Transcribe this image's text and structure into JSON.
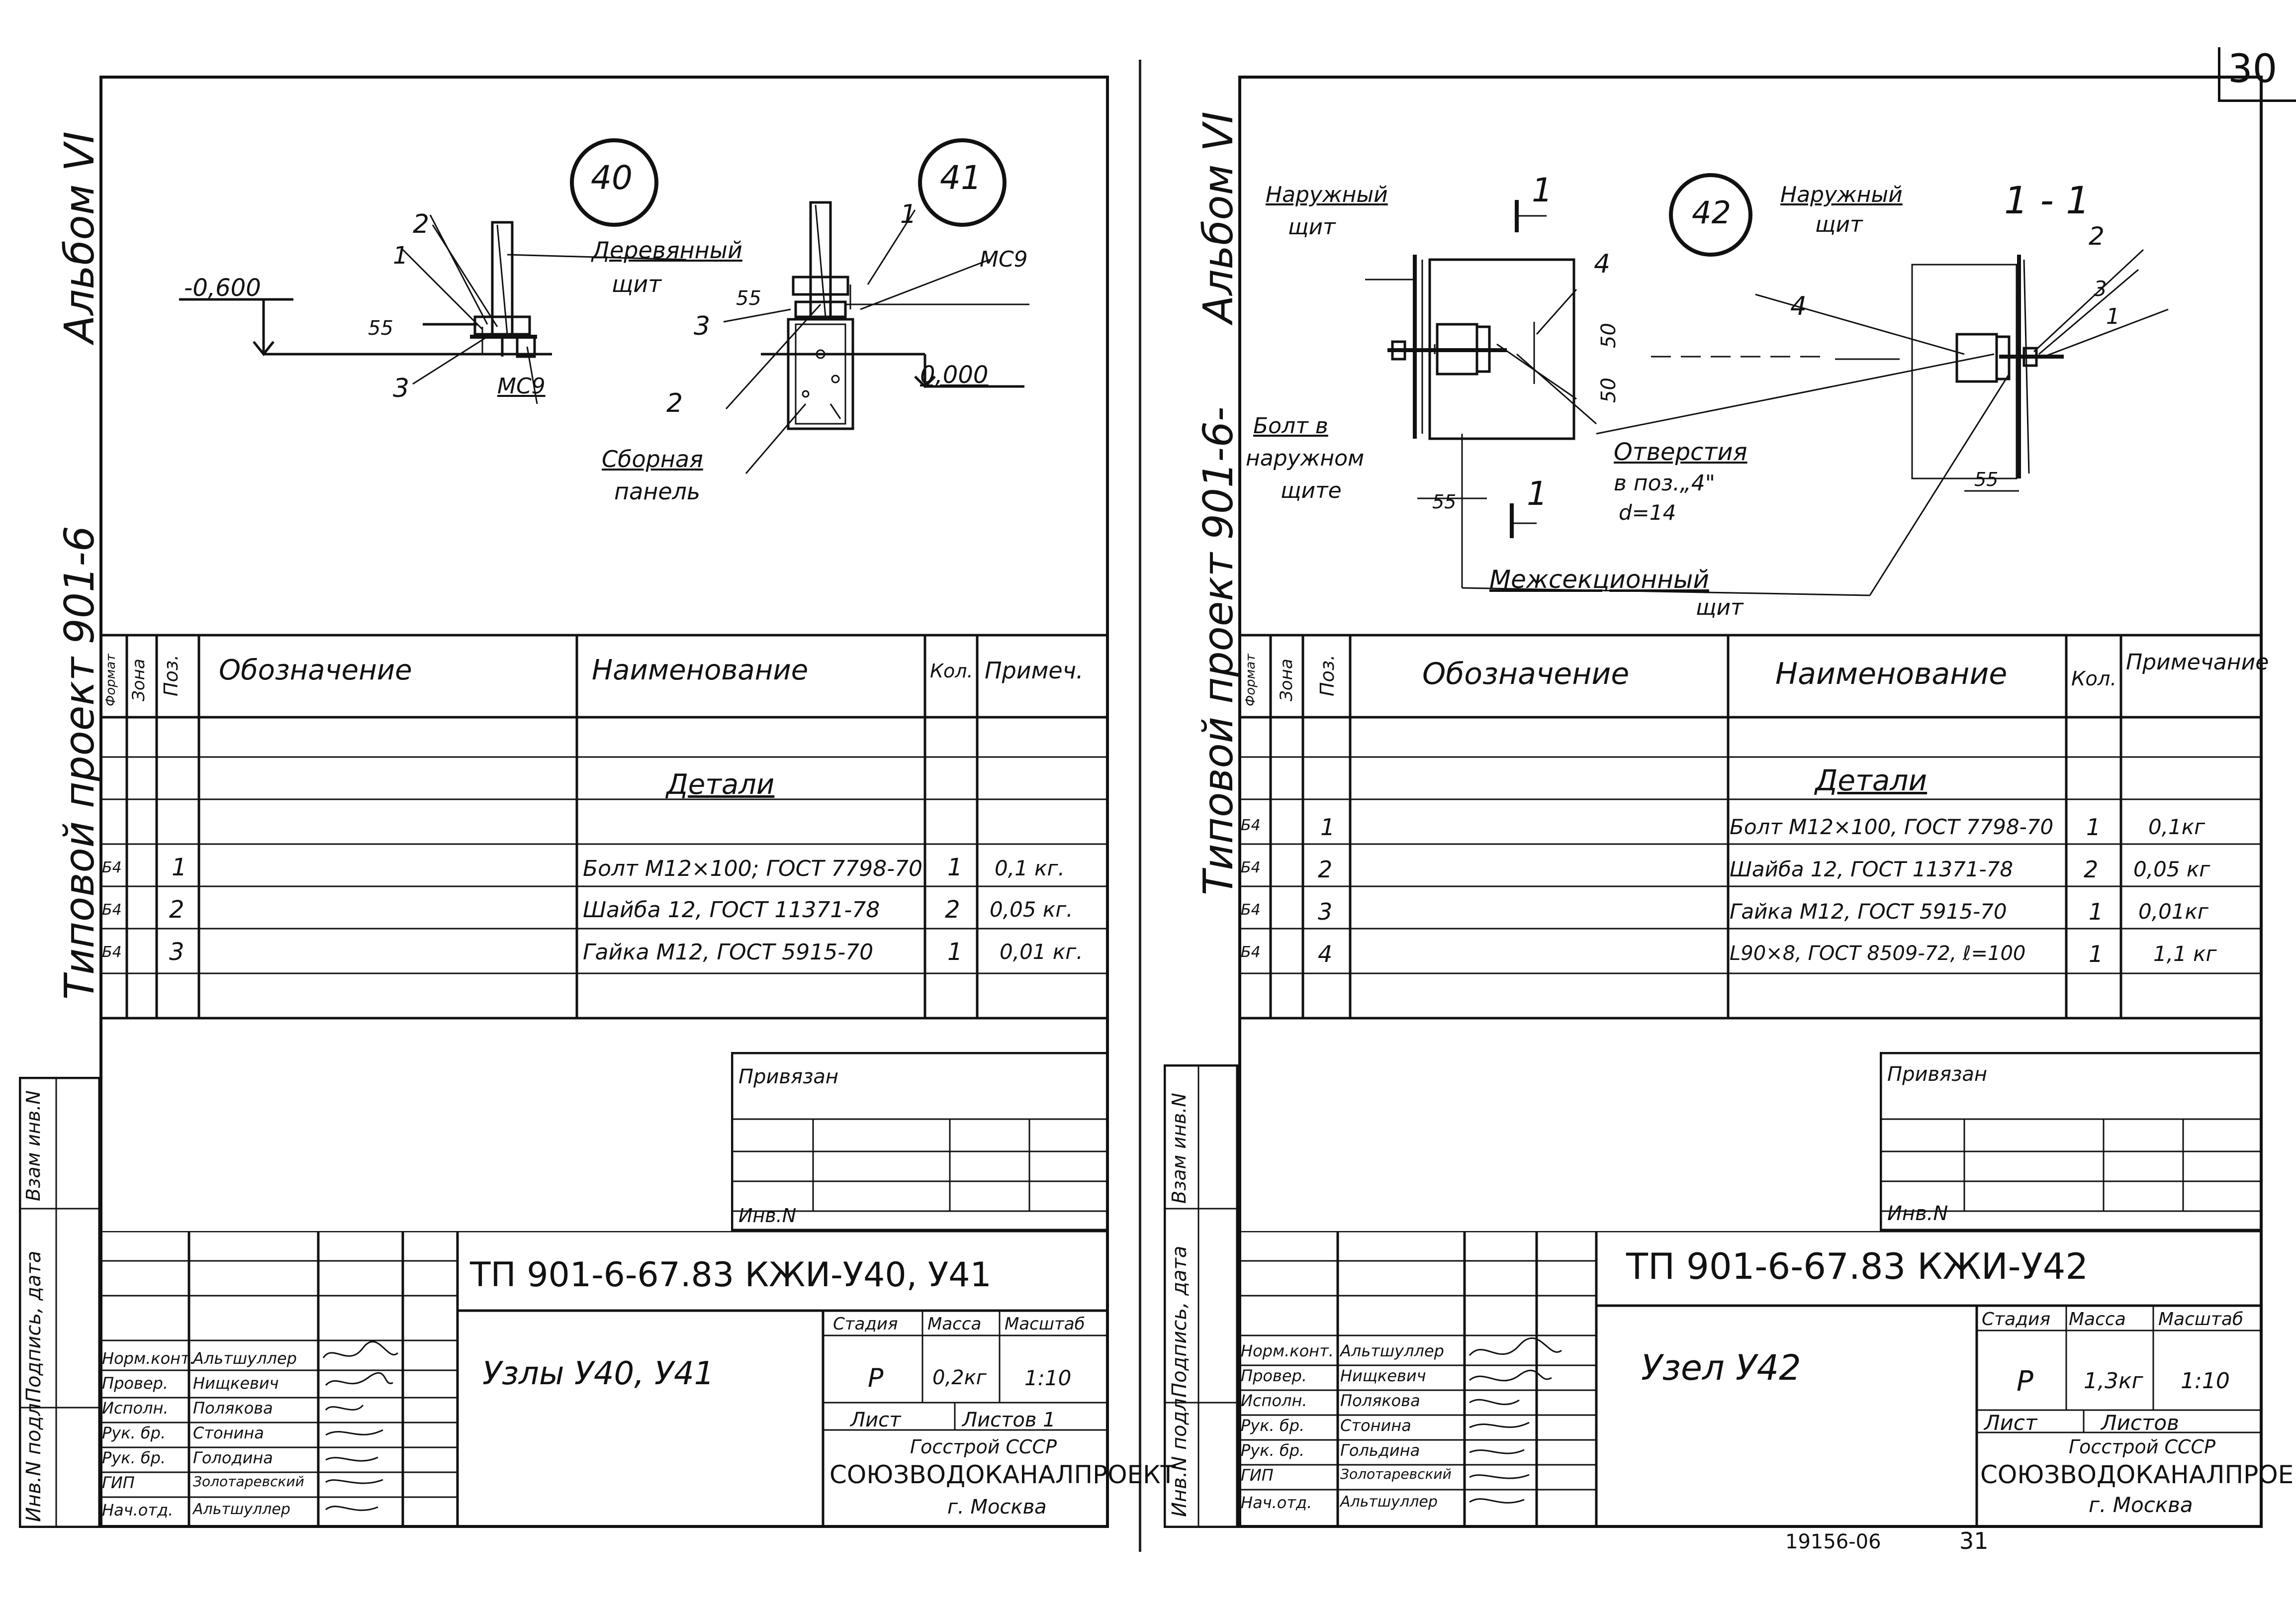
{
  "page_number_top": "30",
  "bottom_stamp": {
    "archive": "19156-06",
    "page": "31"
  },
  "left": {
    "side_album": "Альбом VI",
    "side_project": "Типовой проект 901-6",
    "node_a": "40",
    "node_b": "41",
    "labels": {
      "level": "-0,600",
      "dim55a": "55",
      "dim55b": "55",
      "p1a": "1",
      "p2a": "2",
      "p3a": "3",
      "p1b": "1",
      "p2b": "2",
      "p3b": "3",
      "mc9a": "МС9",
      "mc9b": "МС9",
      "wood_shield_1": "Деревянный",
      "wood_shield_2": "щит",
      "level0": "0,000",
      "panel_1": "Сборная",
      "panel_2": "панель"
    },
    "table": {
      "h_format": "Формат",
      "h_zone": "Зона",
      "h_pos": "Поз.",
      "h_designation": "Обозначение",
      "h_name": "Наименование",
      "h_qty": "Кол.",
      "h_note": "Примеч.",
      "section": "Детали",
      "rows": [
        {
          "format": "Б4",
          "pos": "1",
          "name": "Болт М12×100; ГОСТ 7798-70",
          "qty": "1",
          "note": "0,1 кг."
        },
        {
          "format": "Б4",
          "pos": "2",
          "name": "Шайба 12, ГОСТ 11371-78",
          "qty": "2",
          "note": "0,05 кг."
        },
        {
          "format": "Б4",
          "pos": "3",
          "name": "Гайка М12, ГОСТ 5915-70",
          "qty": "1",
          "note": "0,01 кг."
        }
      ]
    },
    "privyazan": "Привязан",
    "inv": "Инв.N",
    "side_stamp": [
      "Инв.N подл.",
      "Подпись, дата",
      "Взам инв.N"
    ],
    "stamp": {
      "code": "ТП 901-6-67.83 КЖИ-У40, У41",
      "title": "Узлы У40, У41",
      "stage_h": "Стадия",
      "mass_h": "Масса",
      "scale_h": "Масштаб",
      "stage": "Р",
      "mass": "0,2кг",
      "scale": "1:10",
      "sheet": "Лист",
      "sheets": "Листов 1",
      "org1": "Госстрой СССР",
      "org2": "СОЮЗВОДОКАНАЛПРОЕКТ",
      "org3": "г. Москва",
      "roles": [
        "Норм.конт.",
        "Провер.",
        "Исполн.",
        "Рук. бр.",
        "Рук. бр.",
        "ГИП",
        "Нач.отд."
      ],
      "names": [
        "Альтшуллер",
        "Нищкевич",
        "Полякова",
        "Стонина",
        "Голодина",
        "Золотаревский",
        "Альтшуллер"
      ]
    }
  },
  "right": {
    "side_album": "Альбом VI",
    "side_project": "Типовой проект 901-6-",
    "node": "42",
    "section": "1 - 1",
    "labels": {
      "outer_shield_1": "Наружный",
      "outer_shield_2": "щит",
      "outer_shield_3": "Наружный",
      "outer_shield_4": "щит",
      "bolt_1": "Болт в",
      "bolt_2": "наружном",
      "bolt_3": "щите",
      "holes_1": "Отверстия",
      "holes_2": "в поз.„4\"",
      "holes_3": "d=14",
      "inter_1": "Межсекционный",
      "inter_2": "щит",
      "cut": "1",
      "cut2": "1",
      "p4a": "4",
      "p4b": "4",
      "p2": "2",
      "p3": "3",
      "p1": "1",
      "d50a": "50",
      "d50b": "50",
      "d55a": "55",
      "d55b": "55"
    },
    "table": {
      "h_format": "Формат",
      "h_zone": "Зона",
      "h_pos": "Поз.",
      "h_designation": "Обозначение",
      "h_name": "Наименование",
      "h_qty": "Кол.",
      "h_note": "Примечание",
      "section": "Детали",
      "rows": [
        {
          "format": "Б4",
          "pos": "1",
          "name": "Болт М12×100, ГОСТ 7798-70",
          "qty": "1",
          "note": "0,1кг"
        },
        {
          "format": "Б4",
          "pos": "2",
          "name": "Шайба 12, ГОСТ 11371-78",
          "qty": "2",
          "note": "0,05 кг"
        },
        {
          "format": "Б4",
          "pos": "3",
          "name": "Гайка М12, ГОСТ 5915-70",
          "qty": "1",
          "note": "0,01кг"
        },
        {
          "format": "Б4",
          "pos": "4",
          "name": "L90×8, ГОСТ 8509-72, ℓ=100",
          "qty": "1",
          "note": "1,1 кг"
        }
      ]
    },
    "privyazan": "Привязан",
    "inv": "Инв.N",
    "side_stamp": [
      "Инв.N подл.",
      "Подпись, дата",
      "Взам инв.N"
    ],
    "stamp": {
      "code": "ТП 901-6-67.83 КЖИ-У42",
      "title": "Узел У42",
      "stage_h": "Стадия",
      "mass_h": "Масса",
      "scale_h": "Масштаб",
      "stage": "Р",
      "mass": "1,3кг",
      "scale": "1:10",
      "sheet": "Лист",
      "sheets": "Листов",
      "org1": "Госстрой СССР",
      "org2": "СОЮЗВОДОКАНАЛПРОЕКТ",
      "org3": "г. Москва",
      "roles": [
        "Норм.конт.",
        "Провер.",
        "Исполн.",
        "Рук. бр.",
        "Рук. бр.",
        "ГИП",
        "Нач.отд."
      ],
      "names": [
        "Альтшуллер",
        "Нищкевич",
        "Полякова",
        "Стонина",
        "Гольдина",
        "Золотаревский",
        "Альтшуллер"
      ]
    }
  }
}
